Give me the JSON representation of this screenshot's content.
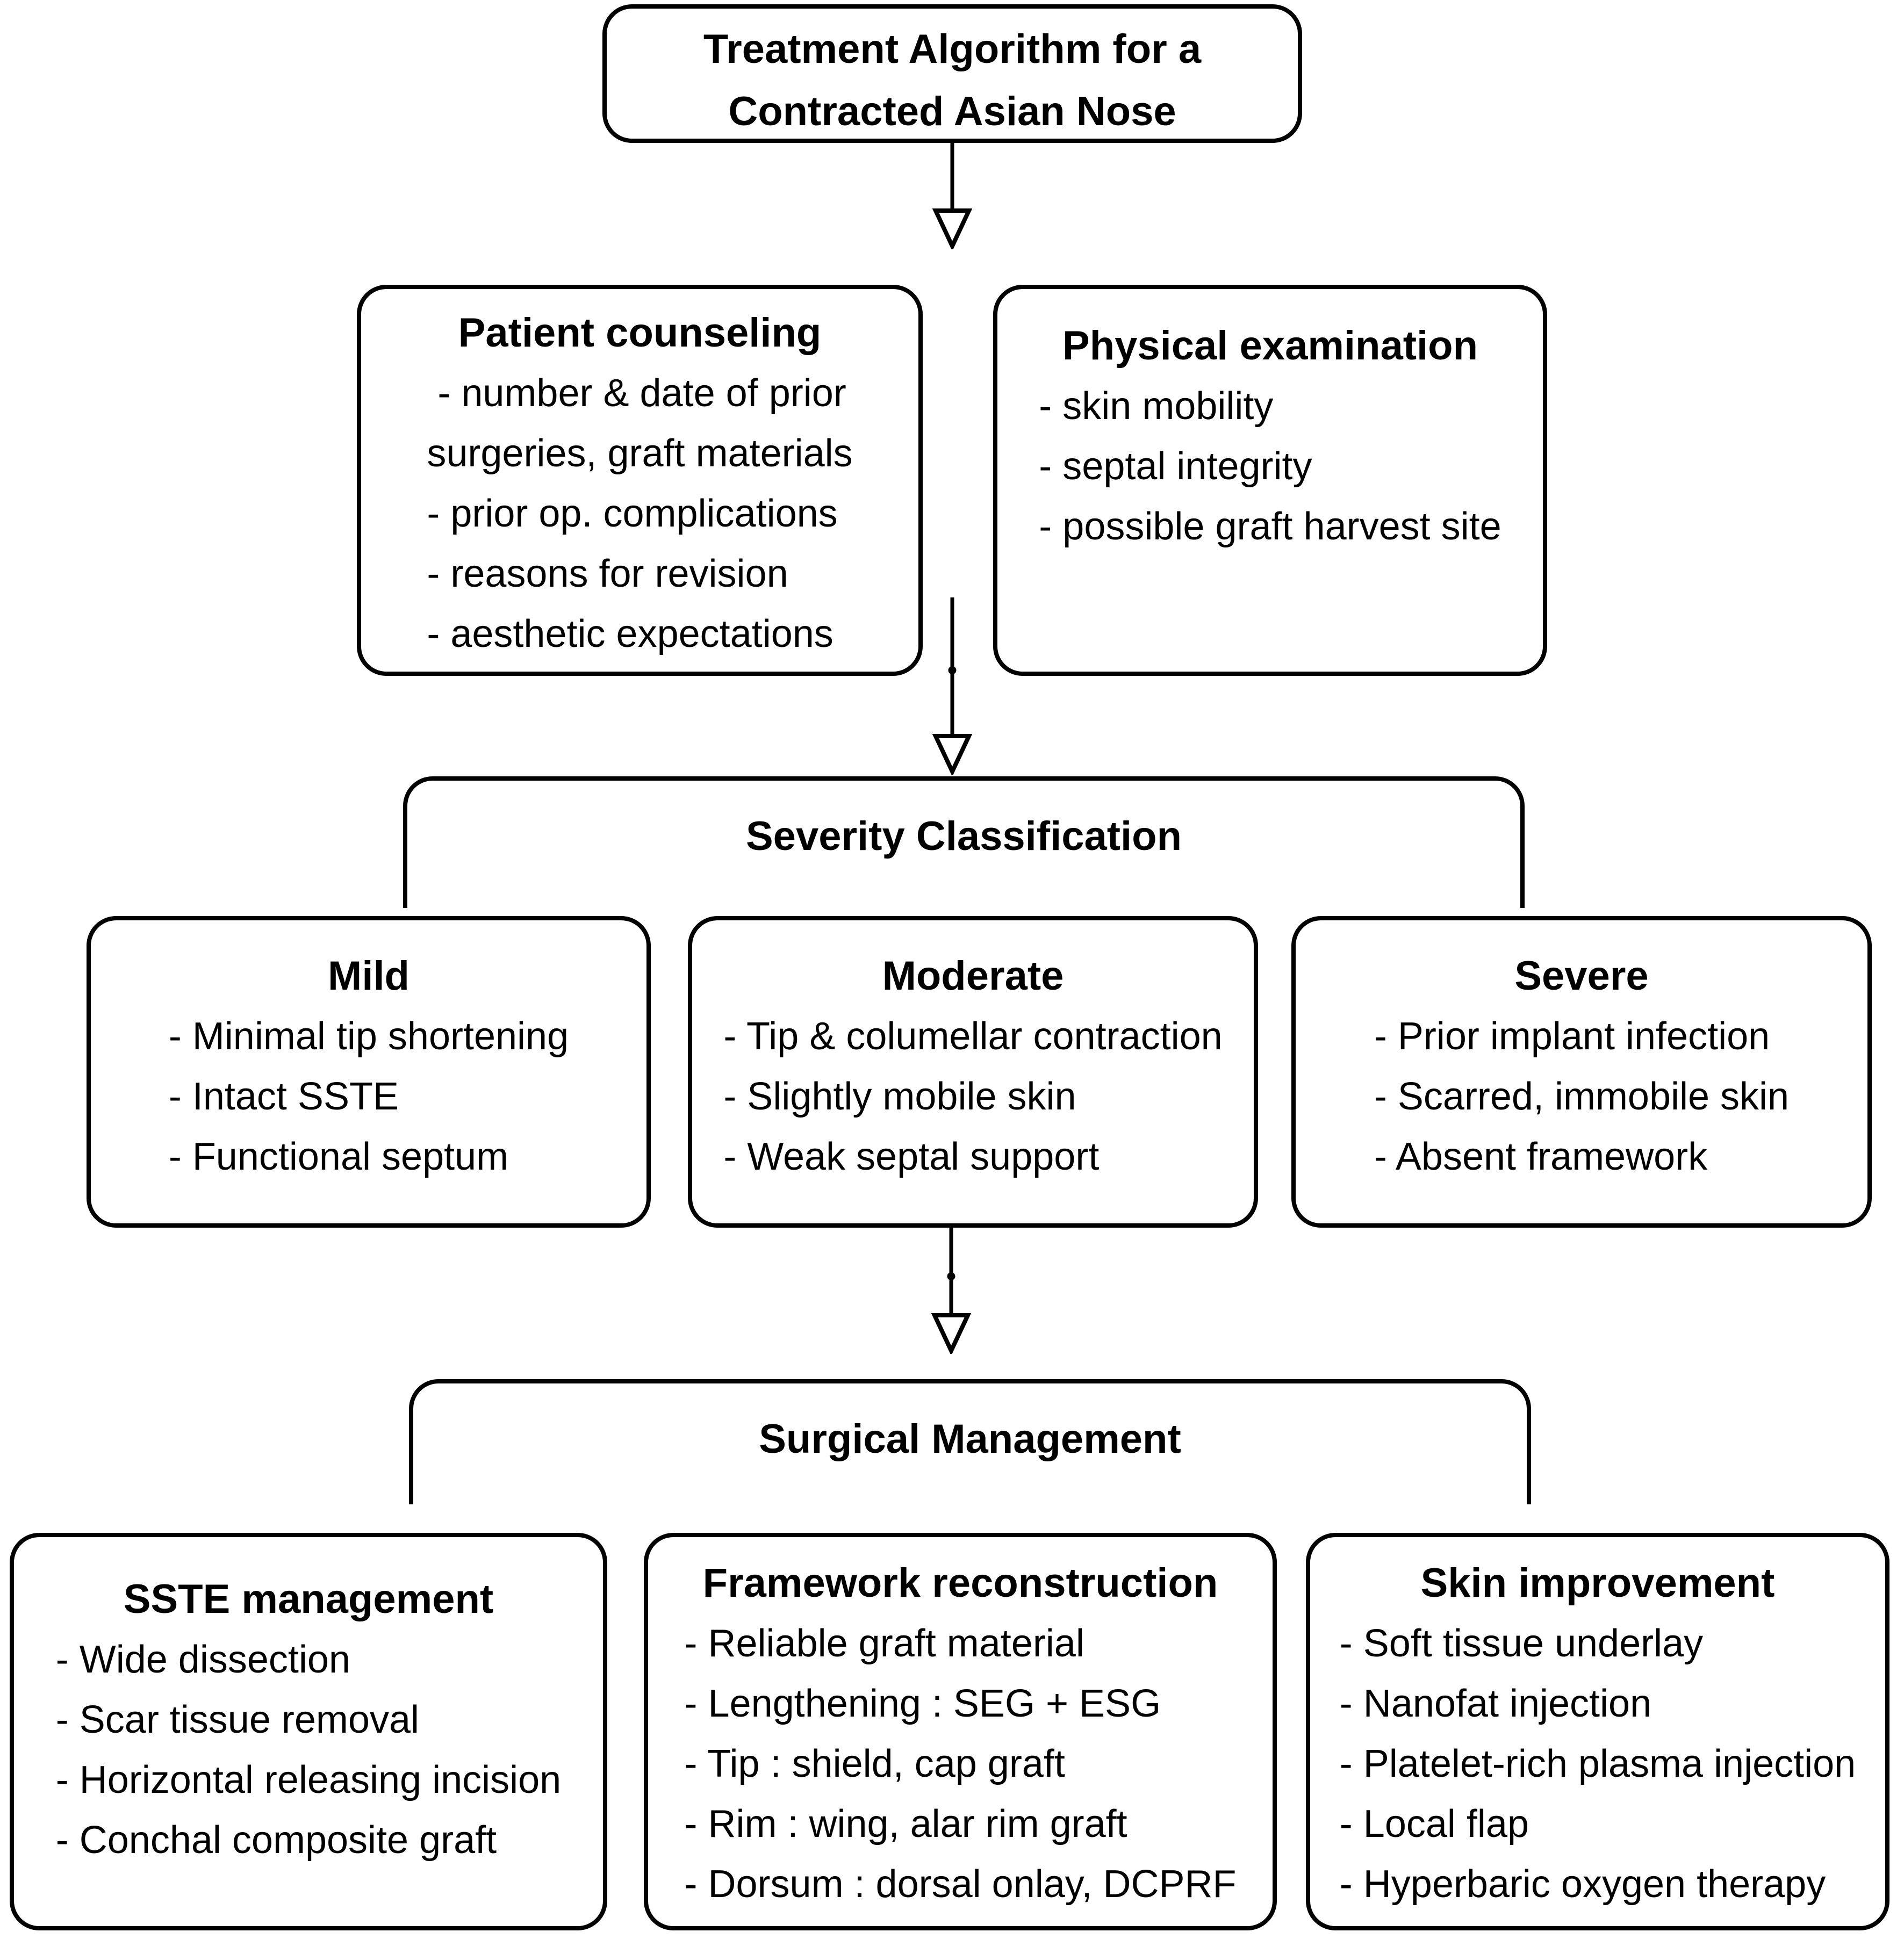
{
  "colors": {
    "background": "#ffffff",
    "line": "#000000",
    "text": "#000000"
  },
  "nodes": {
    "root": {
      "title_line1": "Treatment Algorithm for a",
      "title_line2": "Contracted Asian Nose"
    },
    "patient_counseling": {
      "title": "Patient counseling",
      "items": [
        " - number & date of prior",
        "surgeries, graft materials",
        "- prior op. complications",
        "- reasons for revision",
        "- aesthetic expectations"
      ]
    },
    "physical_examination": {
      "title": "Physical examination",
      "items": [
        "- skin mobility",
        "- septal integrity",
        "- possible graft harvest site"
      ]
    },
    "severity_classification": {
      "title": "Severity Classification"
    },
    "mild": {
      "title": "Mild",
      "items": [
        "- Minimal tip shortening",
        "- Intact SSTE",
        "- Functional septum"
      ]
    },
    "moderate": {
      "title": "Moderate",
      "items": [
        "- Tip & columellar contraction",
        "- Slightly mobile skin",
        "- Weak septal support"
      ]
    },
    "severe": {
      "title": "Severe",
      "items": [
        "- Prior implant infection",
        "- Scarred, immobile skin",
        "- Absent framework"
      ]
    },
    "surgical_management": {
      "title": "Surgical Management"
    },
    "sste_management": {
      "title": "SSTE management",
      "items": [
        "- Wide dissection",
        "- Scar tissue removal",
        "- Horizontal releasing incision",
        "- Conchal composite graft"
      ]
    },
    "framework_reconstruction": {
      "title": "Framework reconstruction",
      "items": [
        "- Reliable graft material",
        "- Lengthening : SEG + ESG",
        "- Tip : shield, cap graft",
        "- Rim : wing, alar rim graft",
        "- Dorsum : dorsal onlay, DCPRF"
      ]
    },
    "skin_improvement": {
      "title": "Skin improvement",
      "items": [
        "- Soft tissue underlay",
        "- Nanofat injection",
        "- Platelet-rich plasma injection",
        "- Local flap",
        "- Hyperbaric oxygen therapy"
      ]
    }
  }
}
